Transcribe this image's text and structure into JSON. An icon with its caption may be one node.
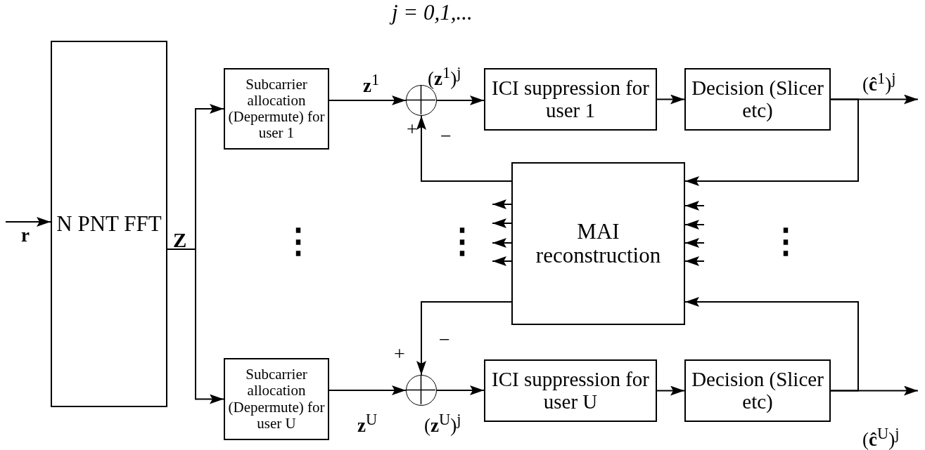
{
  "diagram": {
    "nodes": [
      {
        "text": [
          "N PNT FFT"
        ]
      },
      {
        "text": [
          "Subcarrier allocation (Depermute) for user 1"
        ]
      },
      {
        "text": [],
        "shape": "circle"
      },
      {
        "text": [
          "ICI suppression for user 1"
        ]
      },
      {
        "text": [
          "Decision (Slicer  etc)"
        ]
      },
      {
        "text": [
          "MAI reconstruction"
        ]
      },
      {
        "text": [
          "Subcarrier allocation (Depermute) for user U"
        ]
      },
      {
        "text": [],
        "shape": "circle"
      },
      {
        "text": [
          "ICI suppression for user U"
        ]
      },
      {
        "text": [
          "Decision (Slicer  etc)"
        ]
      }
    ],
    "edges": [
      {
        "from": null,
        "to": 0,
        "arrow": "to",
        "label": "**r**"
      },
      {
        "from": 0,
        "to": 1,
        "arrow": "to"
      },
      {
        "from": 0,
        "to": 6,
        "arrow": "to"
      },
      {
        "from": 1,
        "to": 2,
        "arrow": "to",
        "label": "**z**$^{1}$"
      },
      {
        "from": 2,
        "to": 3,
        "arrow": "to",
        "label": "(**z**$^{1}$)$^{j}$"
      },
      {
        "from": 3,
        "to": 4,
        "arrow": "to"
      },
      {
        "from": 4,
        "to": null,
        "arrow": "to",
        "label": "(**ĉ**$^{1}$)$^{j}$"
      },
      {
        "from": 4,
        "to": 5,
        "arrow": "to"
      },
      {
        "from": 5,
        "to": 2,
        "arrow": "to"
      },
      {
        "from": 6,
        "to": 7,
        "arrow": "to",
        "label": "**z**$^{U}$"
      },
      {
        "from": 7,
        "to": 8,
        "arrow": "to",
        "label": "(**z**$^{U}$)$^{j}$"
      },
      {
        "from": 8,
        "to": 9,
        "arrow": "to"
      },
      {
        "from": 9,
        "to": null,
        "arrow": "to",
        "label": "(**ĉ**$^{U}$)$^{j}$"
      },
      {
        "from": 9,
        "to": 5,
        "arrow": "to"
      },
      {
        "from": 5,
        "to": 7,
        "arrow": "to"
      },
      {
        "from": 5,
        "to": null,
        "arrow": "to"
      },
      {
        "from": 5,
        "to": null,
        "arrow": "to"
      },
      {
        "from": 5,
        "to": null,
        "arrow": "to"
      },
      {
        "from": 5,
        "to": null,
        "arrow": "to"
      },
      {
        "from": null,
        "to": 5,
        "arrow": "to"
      },
      {
        "from": null,
        "to": 5,
        "arrow": "to"
      },
      {
        "from": null,
        "to": 5,
        "arrow": "to"
      },
      {
        "from": null,
        "to": 5,
        "arrow": "to"
      }
    ],
    "labels": [
      "j = 0,1,...",
      "+",
      "−",
      "Z",
      "⋮",
      "⋮",
      "⋮",
      "+",
      "−"
    ]
  }
}
